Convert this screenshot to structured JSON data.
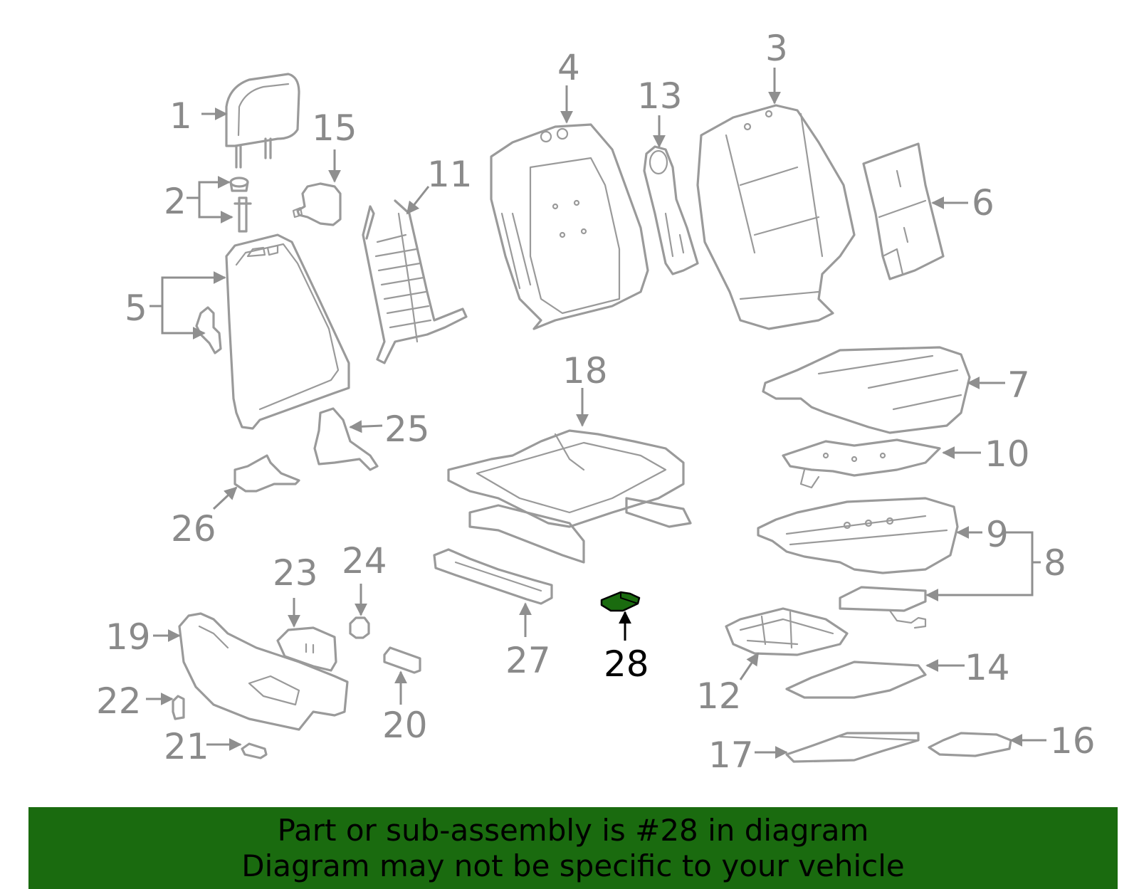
{
  "callouts": {
    "c1": "1",
    "c2": "2",
    "c3": "3",
    "c4": "4",
    "c5": "5",
    "c6": "6",
    "c7": "7",
    "c8": "8",
    "c9": "9",
    "c10": "10",
    "c11": "11",
    "c12": "12",
    "c13": "13",
    "c14": "14",
    "c15": "15",
    "c16": "16",
    "c17": "17",
    "c18": "18",
    "c19": "19",
    "c20": "20",
    "c21": "21",
    "c22": "22",
    "c23": "23",
    "c24": "24",
    "c25": "25",
    "c26": "26",
    "c27": "27",
    "c28": "28"
  },
  "highlight": {
    "callout": "28",
    "color": "#1a6b0f"
  },
  "banner": {
    "line1": "Part or sub-assembly is #28 in diagram",
    "line2": "Diagram may not be specific to your vehicle",
    "background": "#1a6b0f"
  }
}
